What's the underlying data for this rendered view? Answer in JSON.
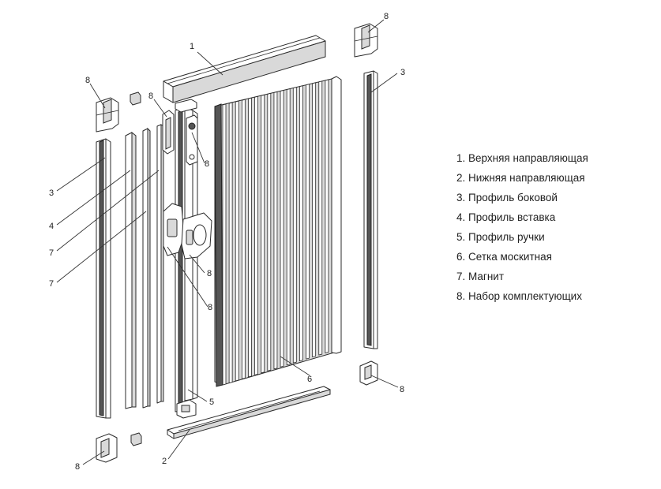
{
  "legend": {
    "items": [
      "1. Верхняя направляющая",
      "2. Нижняя направляющая",
      "3. Профиль боковой",
      "4. Профиль вставка",
      "5. Профиль ручки",
      "6. Сетка москитная",
      "7. Магнит",
      "8. Набор комплектующих"
    ]
  },
  "callouts": {
    "top_guide": "1",
    "bottom_guide": "2",
    "side_profile_right": "3",
    "side_profile_left": "3",
    "insert_profile": "4",
    "handle_profile": "5",
    "mesh": "6",
    "magnet_upper": "7",
    "magnet_lower": "7",
    "kit_top_right": "8",
    "kit_top_left": "8",
    "kit_handle_top": "8",
    "kit_roller": "8",
    "kit_handle_grip": "8",
    "kit_handle_grip_lower": "8",
    "kit_bottom_right": "8",
    "kit_bottom_left": "8"
  }
}
